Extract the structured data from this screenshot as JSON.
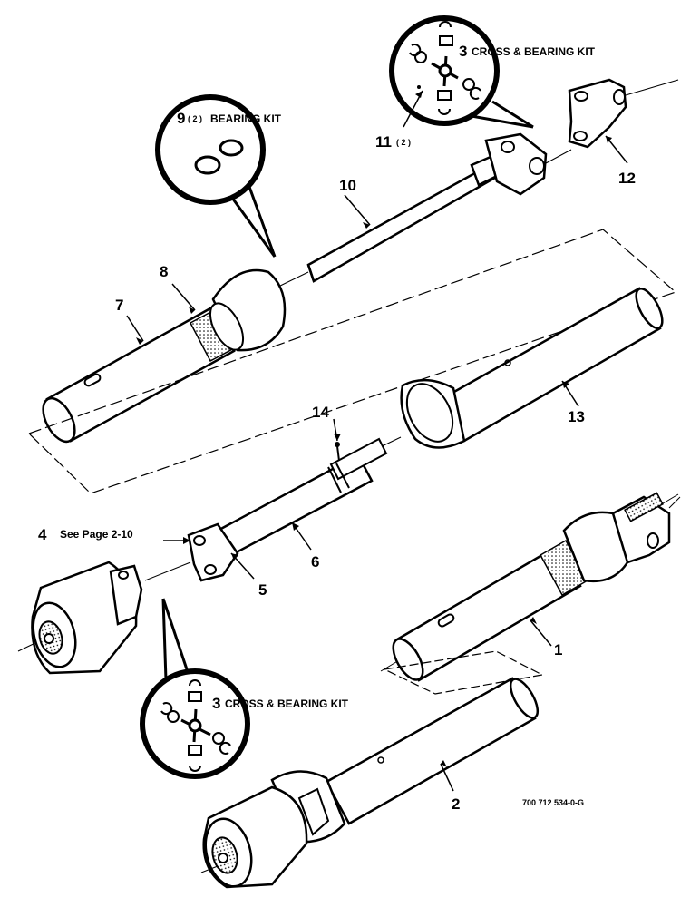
{
  "callouts": {
    "c1": "1",
    "c2": "2",
    "c3_top": "3",
    "c3_bottom": "3",
    "c4": "4",
    "c5": "5",
    "c6": "6",
    "c7": "7",
    "c8": "8",
    "c9": "9",
    "c10": "10",
    "c11": "11",
    "c12": "12",
    "c13": "13",
    "c14": "14"
  },
  "notes": {
    "cross_bearing_kit_top": "CROSS & BEARING KIT",
    "cross_bearing_kit_bottom": "CROSS & BEARING KIT",
    "bearing_kit": "BEARING KIT",
    "qty_two_a": "( 2 )",
    "qty_two_b": "( 2 )",
    "see_page": "See Page 2-10"
  },
  "figure_number": "700 712 534-0-G"
}
